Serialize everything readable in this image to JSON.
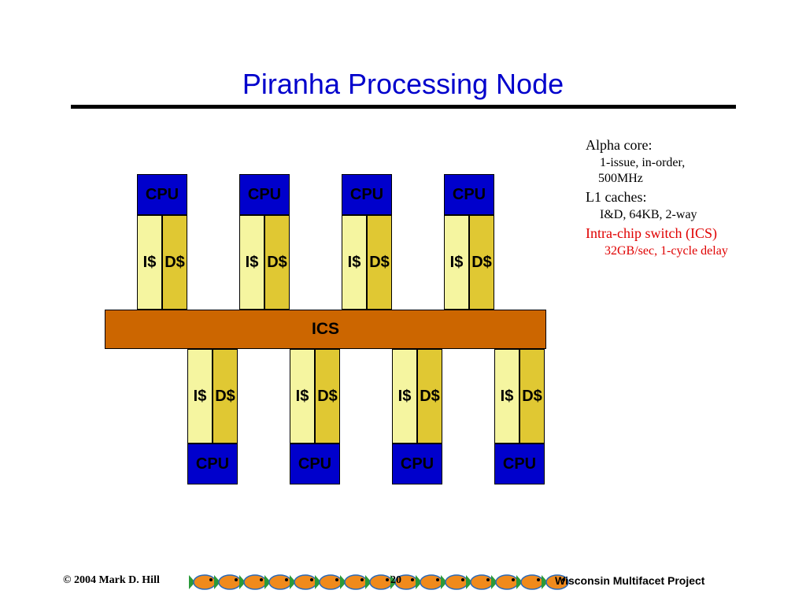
{
  "title": "Piranha Processing Node",
  "diagram": {
    "cpu_label": "CPU",
    "icache_label": "I$",
    "dcache_label": "D$",
    "interconnect_label": "ICS"
  },
  "notes": {
    "alpha_core": "Alpha core:",
    "alpha_detail_1": "1-issue, in-order,",
    "alpha_detail_2": "500MHz",
    "l1_caches": "L1 caches:",
    "l1_detail": "I&D, 64KB, 2-way",
    "ics_heading": "Intra-chip switch (ICS)",
    "ics_detail": "32GB/sec, 1-cycle delay"
  },
  "footer": {
    "copyright": "© 2004 Mark D. Hill",
    "page_number": "20",
    "project": "Wisconsin Multifacet Project"
  },
  "colors": {
    "title": "#0000cc",
    "cpu": "#0000cc",
    "icache": "#f5f5a0",
    "dcache": "#e0c833",
    "ics": "#cc6600",
    "highlight_text": "#e00000"
  }
}
